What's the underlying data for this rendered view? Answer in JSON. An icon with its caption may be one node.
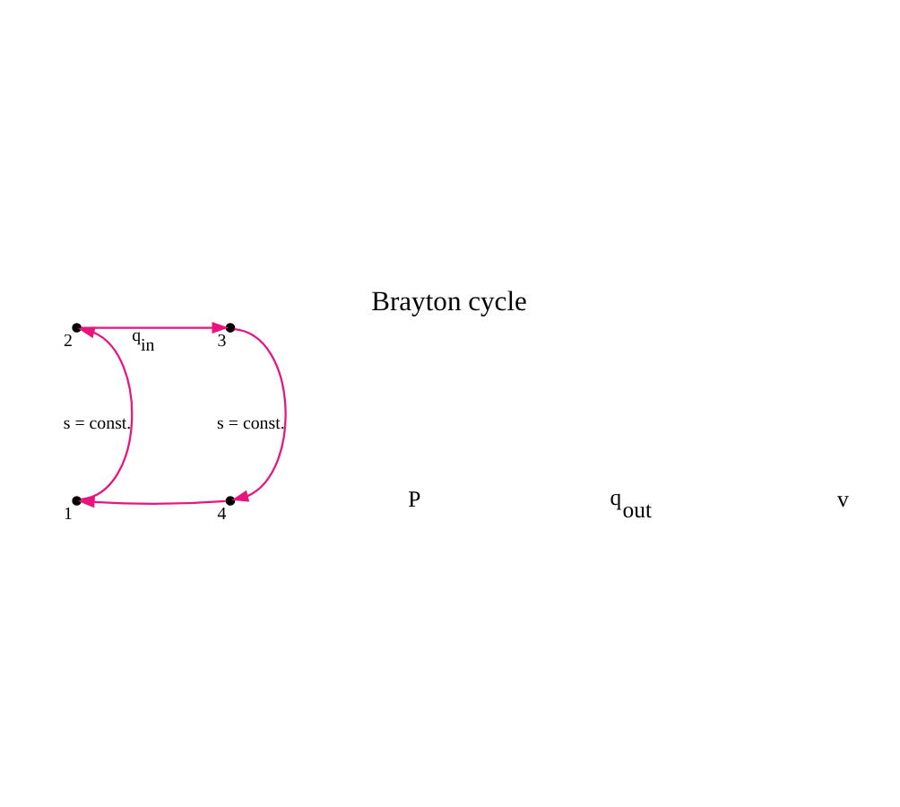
{
  "diagram": {
    "title": "Brayton cycle",
    "nodes": [
      {
        "text": [],
        "shape": "point",
        "beside": [
          "1"
        ]
      },
      {
        "text": [],
        "shape": "point",
        "beside": [
          "2"
        ]
      },
      {
        "text": [],
        "shape": "point",
        "beside": [
          "3"
        ]
      },
      {
        "text": [],
        "shape": "point",
        "beside": [
          "4"
        ]
      }
    ],
    "edges": [
      {
        "from": 0,
        "to": 1,
        "arrow": "to",
        "label": "s = const.",
        "color": "#e8157f"
      },
      {
        "from": 1,
        "to": 2,
        "arrow": "to",
        "label": "q$_{in}$",
        "color": "#e8157f"
      },
      {
        "from": 2,
        "to": 3,
        "arrow": "to",
        "label": "s = const.",
        "color": "#e8157f"
      },
      {
        "from": 3,
        "to": 0,
        "arrow": "to",
        "color": "#e8157f"
      }
    ],
    "labels": [
      "P",
      "q$_{out}$",
      "v"
    ]
  }
}
